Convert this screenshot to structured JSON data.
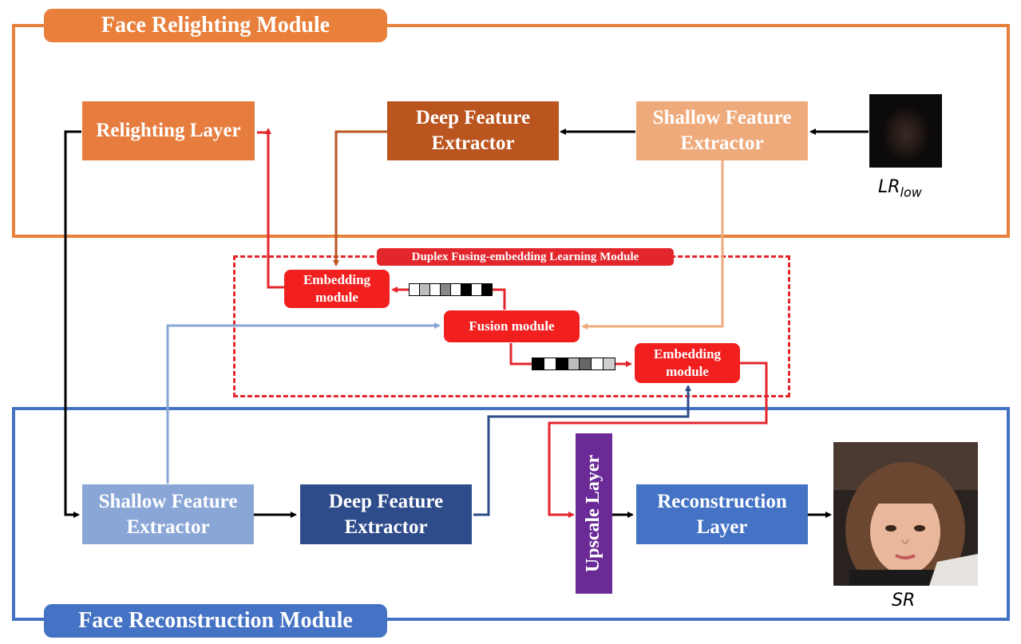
{
  "relighting_module": {
    "title": "Face Relighting Module",
    "relighting_layer": "Relighting Layer",
    "deep_feature_extractor": [
      "Deep Feature",
      "Extractor"
    ],
    "shallow_feature_extractor": [
      "Shallow Feature",
      "Extractor"
    ],
    "input_label_main": "LR",
    "input_label_sub": "low"
  },
  "fusing_module": {
    "title": "Duplex Fusing-embedding Learning Module",
    "embedding_top": [
      "Embedding",
      "module"
    ],
    "fusion": "Fusion module",
    "embedding_bottom": [
      "Embedding",
      "module"
    ]
  },
  "reconstruction_module": {
    "title": "Face Reconstruction Module",
    "shallow_feature_extractor": [
      "Shallow Feature",
      "Extractor"
    ],
    "deep_feature_extractor": [
      "Deep Feature",
      "Extractor"
    ],
    "upscale_layer": "Upscale Layer",
    "reconstruction_layer": [
      "Reconstruction",
      "Layer"
    ],
    "output_label": "SR"
  },
  "colors": {
    "relighting_frame": "#e8803c",
    "reconstruction_frame": "#4472c4",
    "fusing_frame": "#e3262c",
    "relighting_layer": "#e67c3d",
    "deep_feature_top": "#bb5520",
    "shallow_feature_top": "#efaa7c",
    "shallow_feature_bottom": "#8aa6d6",
    "deep_feature_bottom": "#2f4c8a",
    "upscale_layer": "#6a2b97",
    "reconstruction_layer": "#4472c4"
  },
  "feature_vector_top": [
    "#ffffff",
    "#bdbdbd",
    "#ffffff",
    "#888888",
    "#ffffff",
    "#000000",
    "#ffffff",
    "#000000"
  ],
  "feature_vector_bottom": [
    "#000000",
    "#ffffff",
    "#000000",
    "#bdbdbd",
    "#666666",
    "#ffffff",
    "#d0d0d0"
  ]
}
